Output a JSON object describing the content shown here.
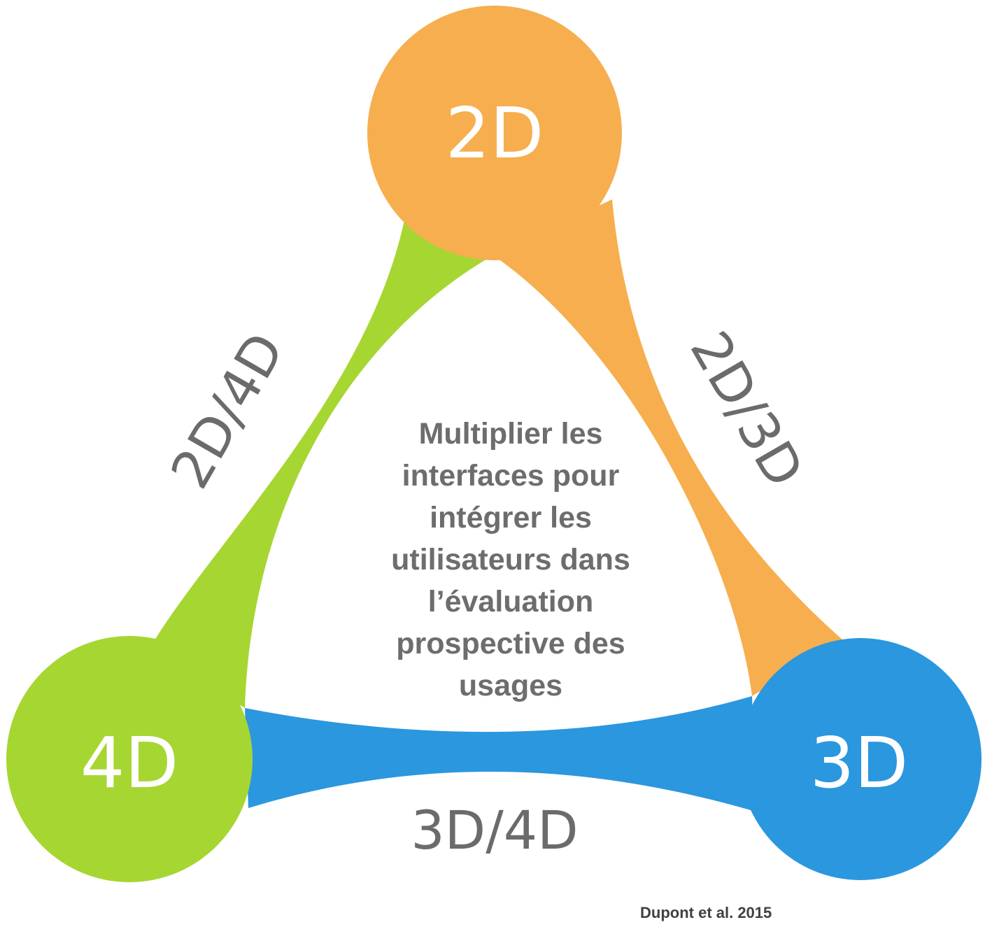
{
  "nodes": {
    "top": {
      "label": "2D",
      "color": "#F7AE4F"
    },
    "right": {
      "label": "3D",
      "color": "#2A97DE"
    },
    "left": {
      "label": "4D",
      "color": "#A6D632"
    }
  },
  "edges": {
    "left": "2D/4D",
    "right": "2D/3D",
    "bottom": "3D/4D"
  },
  "center_lines": [
    "Multiplier les",
    "interfaces pour",
    "intégrer les",
    "utilisateurs dans",
    "l’évaluation",
    "prospective des",
    "usages"
  ],
  "citation": "Dupont et al. 2015"
}
